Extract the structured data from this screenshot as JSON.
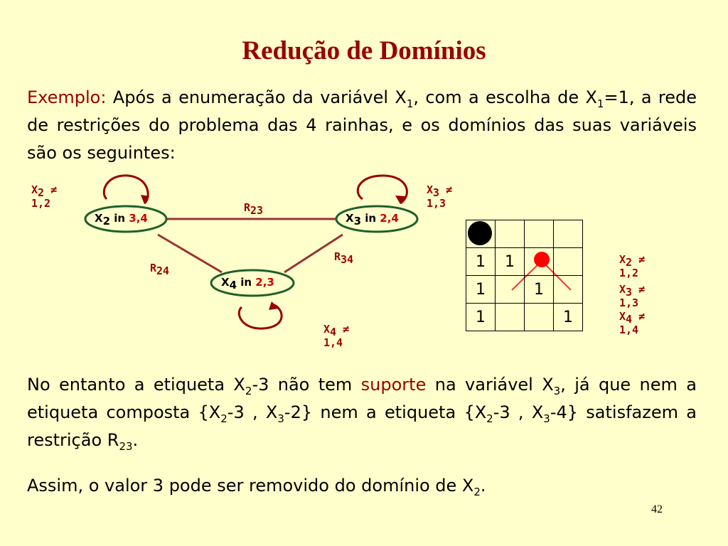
{
  "title": "Redução de Domínios",
  "intro": {
    "label": "Exemplo:",
    "t1": " Após a enumeração da variável X",
    "s1": "1",
    "t2": ", com a escolha de X",
    "s2": "1",
    "t3": "=1, a rede de restrições do problema das 4 rainhas, e os domínios das suas variáveis são os seguintes:"
  },
  "graph": {
    "nodes": [
      {
        "var": "X",
        "sub": "2",
        "word": " in ",
        "domain": "3,4"
      },
      {
        "var": "X",
        "sub": "3",
        "word": " in ",
        "domain": "2,4"
      },
      {
        "var": "X",
        "sub": "4",
        "word": " in ",
        "domain": "2,3"
      }
    ],
    "edges": [
      {
        "r": "R",
        "sub": "23"
      },
      {
        "r": "R",
        "sub": "24"
      },
      {
        "r": "R",
        "sub": "34"
      }
    ],
    "unary": [
      {
        "var": "X",
        "sub": "2",
        "op": " ≠",
        "vals": "1,2"
      },
      {
        "var": "X",
        "sub": "3",
        "op": " ≠",
        "vals": "1,3"
      },
      {
        "var": "X",
        "sub": "4",
        "op": " ≠",
        "vals": "1,4"
      }
    ]
  },
  "board": {
    "rows": [
      [
        "",
        "",
        "",
        ""
      ],
      [
        "1",
        "1",
        "",
        ""
      ],
      [
        "1",
        "",
        "1",
        ""
      ],
      [
        "1",
        "",
        "",
        "1"
      ]
    ]
  },
  "side_labels": [
    {
      "var": "X",
      "sub": "2",
      "op": " ≠",
      "vals": "1,2"
    },
    {
      "var": "X",
      "sub": "3",
      "op": " ≠",
      "vals": "1,3"
    },
    {
      "var": "X",
      "sub": "4",
      "op": " ≠",
      "vals": "1,4"
    }
  ],
  "p2": {
    "t1": "No entanto a etiqueta X",
    "s1": "2",
    "t2": "-3 não tem ",
    "kw": "suporte",
    "t3": " na variável X",
    "s2": "3",
    "t4": ", já que nem a etiqueta composta {X",
    "s3": "2",
    "t5": "-3 , X",
    "s4": "3",
    "t6": "-2} nem a etiqueta {X",
    "s5": "2",
    "t7": "-3 , X",
    "s6": "3",
    "t8": "-4} satisfazem a restrição R",
    "s7": "23",
    "t9": "."
  },
  "p3": {
    "t1": "Assim, o valor 3 pode ser removido do domínio de X",
    "s1": "2",
    "t2": "."
  },
  "page_number": "42",
  "colors": {
    "title": "#990000",
    "background": "#ffffcc",
    "node_border": "#1f5f2a",
    "queen": "#000000",
    "attacked": "#ff0000"
  }
}
